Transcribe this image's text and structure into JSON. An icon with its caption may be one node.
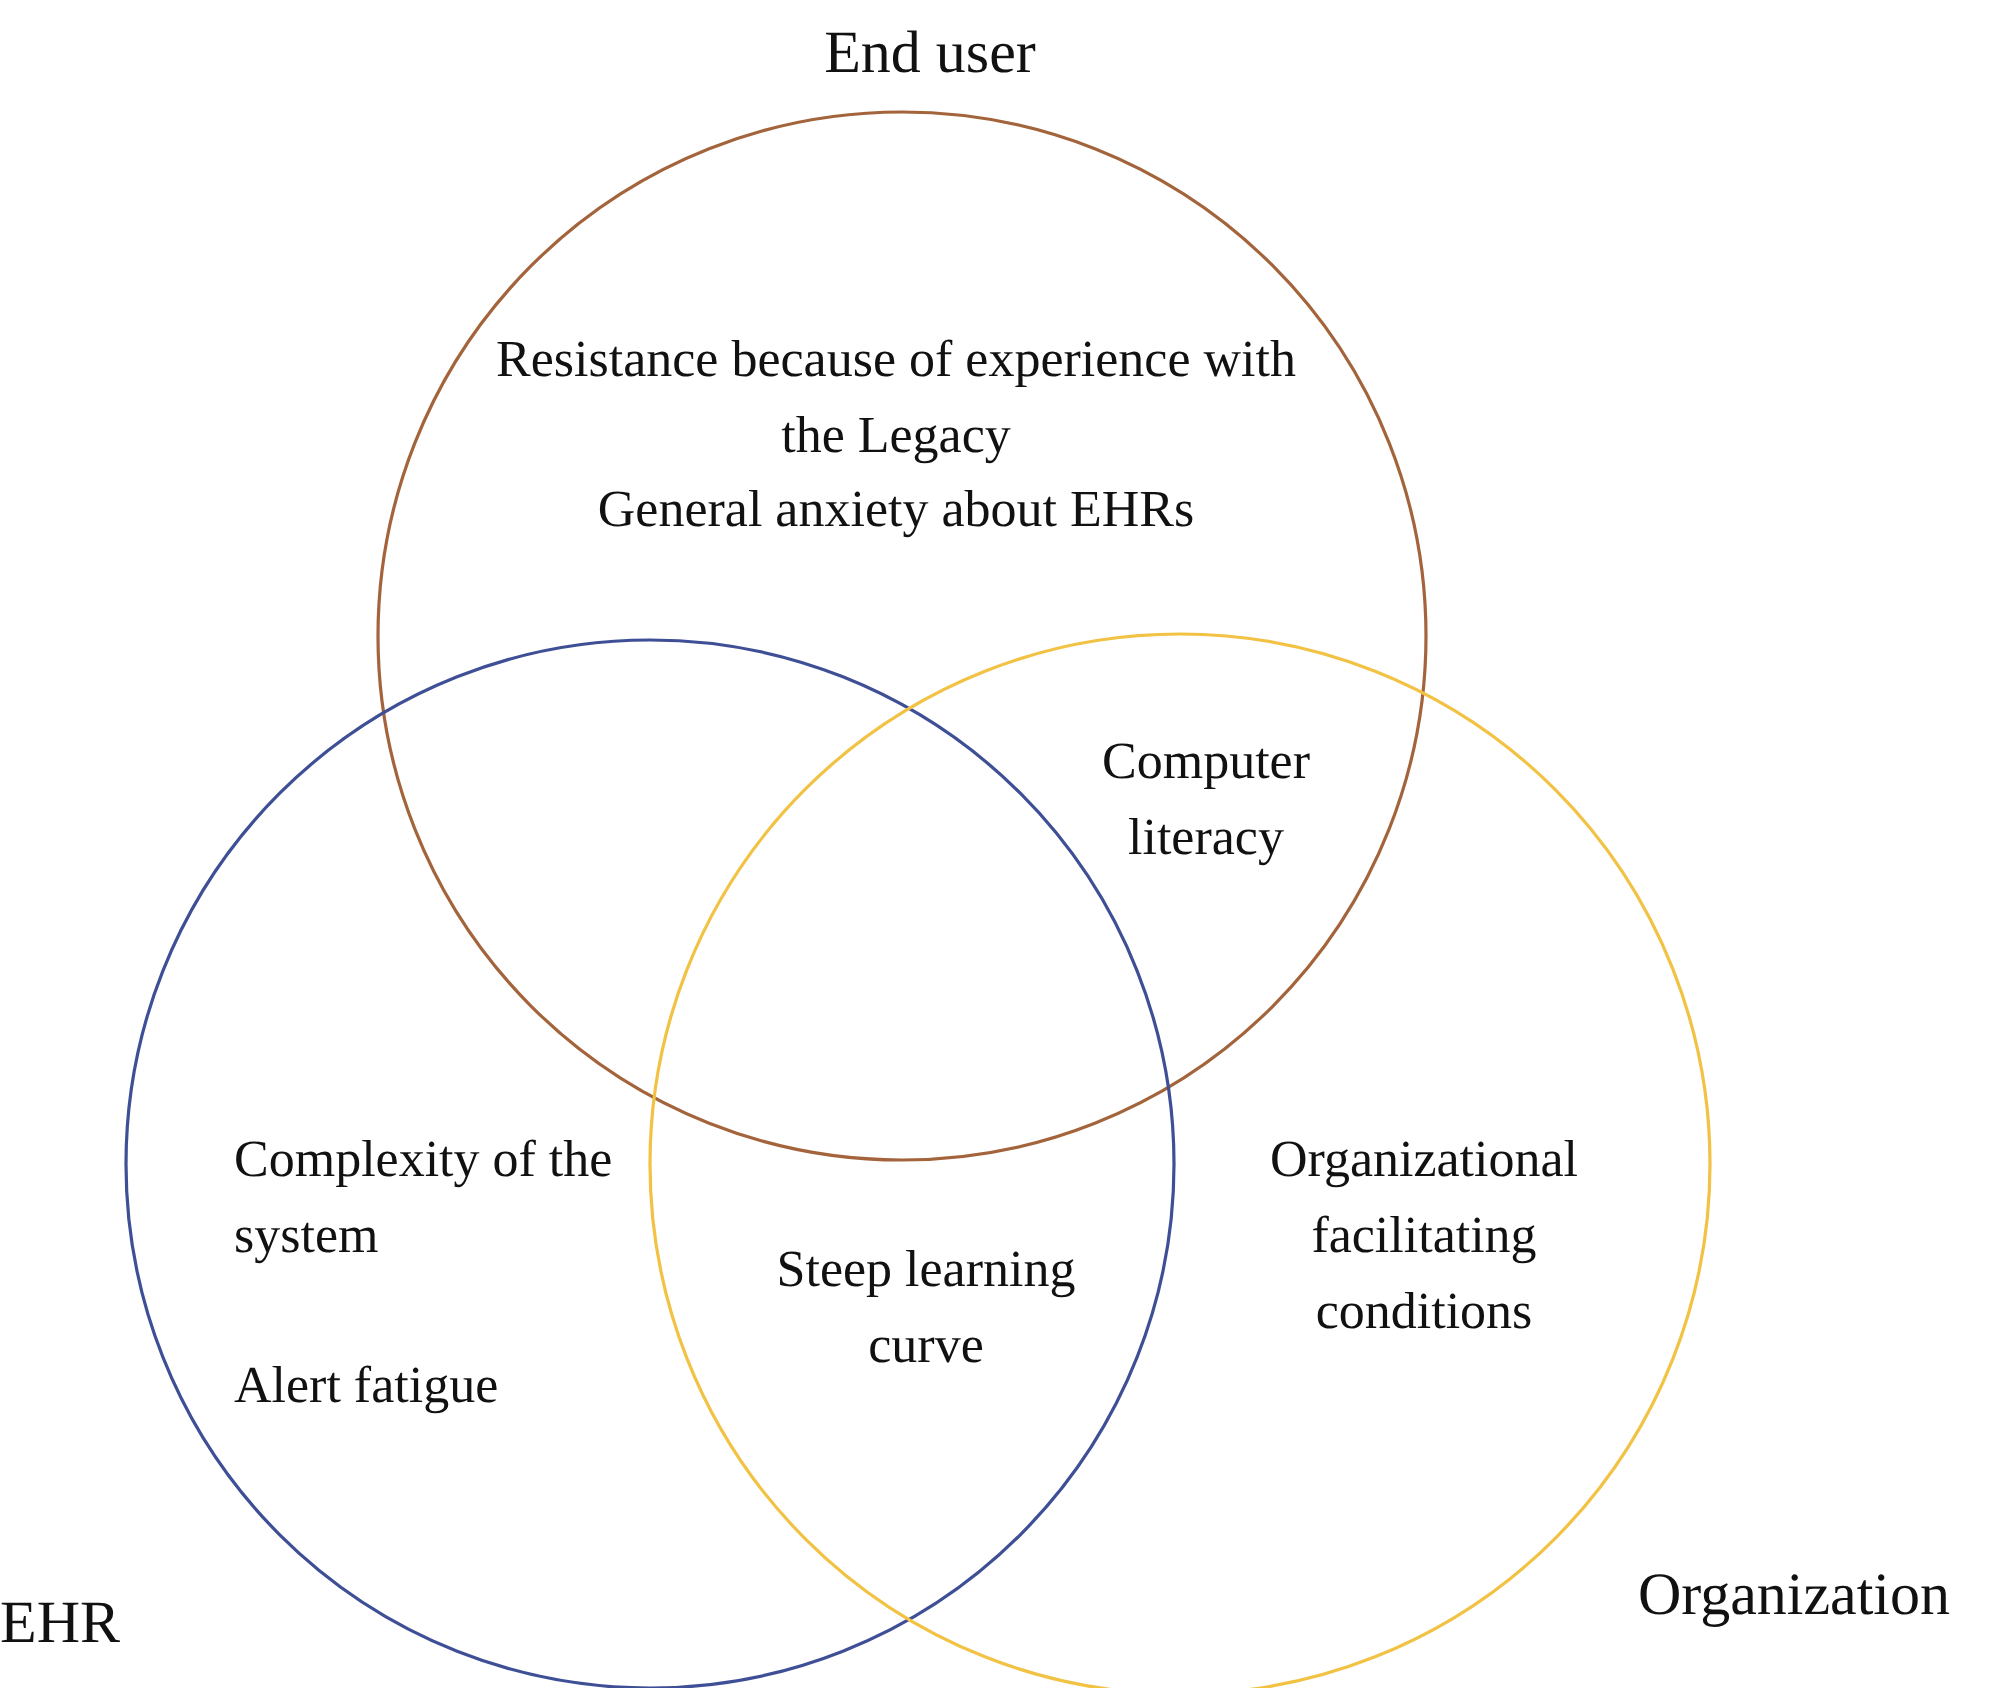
{
  "diagram": {
    "nodes": [
      {
        "text": [
          "End user",
          "Resistance because of experience with the Legacy",
          "General anxiety about EHRs"
        ]
      },
      {
        "text": [
          "EHR",
          "Complexity of the system",
          "Alert fatigue"
        ]
      },
      {
        "text": [
          "Organization",
          "Organizational facilitating conditions"
        ]
      }
    ],
    "labels": [
      "Computer literacy",
      "Steep learning curve"
    ]
  }
}
